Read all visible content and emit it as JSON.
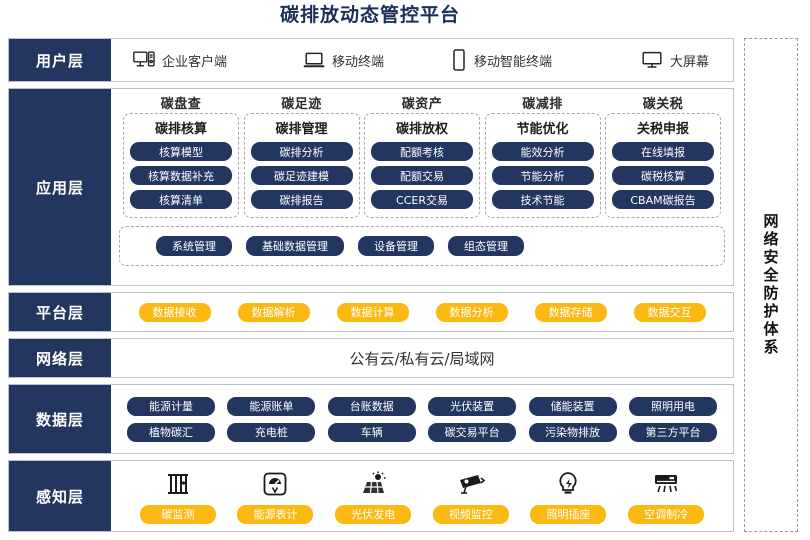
{
  "title": "碳排放动态管控平台",
  "layers": {
    "user": {
      "label": "用户层",
      "items": [
        {
          "icon": "desktop-tower-icon",
          "label": "企业客户端"
        },
        {
          "icon": "laptop-icon",
          "label": "移动终端"
        },
        {
          "icon": "smartphone-icon",
          "label": "移动智能终端"
        },
        {
          "icon": "monitor-icon",
          "label": "大屏幕"
        }
      ]
    },
    "application": {
      "label": "应用层",
      "groups": [
        {
          "title": "碳盘查",
          "subtitle": "碳排核算",
          "items": [
            "核算模型",
            "核算数据补充",
            "核算清单"
          ]
        },
        {
          "title": "碳足迹",
          "subtitle": "碳排管理",
          "items": [
            "碳排分析",
            "碳足迹建模",
            "碳排报告"
          ]
        },
        {
          "title": "碳资产",
          "subtitle": "碳排放权",
          "items": [
            "配额考核",
            "配额交易",
            "CCER交易"
          ]
        },
        {
          "title": "碳减排",
          "subtitle": "节能优化",
          "items": [
            "能效分析",
            "节能分析",
            "技术节能"
          ]
        },
        {
          "title": "碳关税",
          "subtitle": "关税申报",
          "items": [
            "在线填报",
            "碳税核算",
            "CBAM碳报告"
          ]
        }
      ],
      "common": [
        "系统管理",
        "基础数据管理",
        "设备管理",
        "组态管理"
      ]
    },
    "platform": {
      "label": "平台层",
      "items": [
        "数据接收",
        "数据解析",
        "数据计算",
        "数据分析",
        "数据存储",
        "数据交互"
      ]
    },
    "network": {
      "label": "网络层",
      "text": "公有云/私有云/局域网"
    },
    "data": {
      "label": "数据层",
      "row1": [
        "能源计量",
        "能源账单",
        "台账数据",
        "光伏装置",
        "储能装置",
        "照明用电"
      ],
      "row2": [
        "植物碳汇",
        "充电桩",
        "车辆",
        "碳交易平台",
        "污染物排放",
        "第三方平台"
      ]
    },
    "sensing": {
      "label": "感知层",
      "items": [
        {
          "icon": "carbon-sensor-icon",
          "label": "碳监测"
        },
        {
          "icon": "meter-gauge-icon",
          "label": "能源表计"
        },
        {
          "icon": "solar-panel-icon",
          "label": "光伏发电"
        },
        {
          "icon": "cctv-camera-icon",
          "label": "视频监控"
        },
        {
          "icon": "lightbulb-icon",
          "label": "照明插座"
        },
        {
          "icon": "air-conditioner-icon",
          "label": "空调制冷"
        }
      ]
    }
  },
  "security_panel": {
    "text": "网络安全防护体系"
  },
  "colors": {
    "navy": "#23365f",
    "yellow": "#fcb813",
    "title_navy": "#1b3058",
    "border": "#b9c2d4",
    "dashed": "#a8a8a8"
  }
}
